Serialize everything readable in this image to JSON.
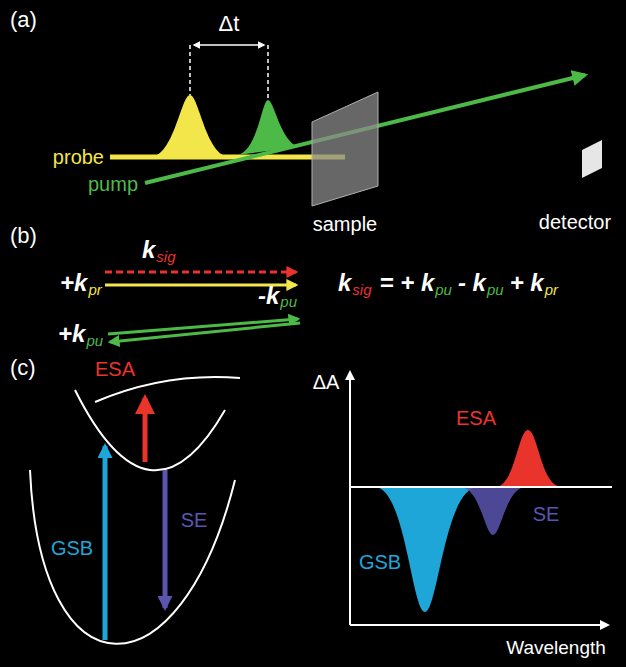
{
  "diagram": {
    "labels": [
      "(a)",
      "Δt",
      "probe",
      "pump",
      "sample",
      "detector",
      "(b)",
      "k",
      "sig",
      "+k",
      "pr",
      "+k",
      "pu",
      "-k",
      "pu",
      "k",
      "sig",
      "= + k",
      "pu",
      "- k",
      "pu",
      "+ k",
      "pr",
      "(c)",
      "ESA",
      "SE",
      "GSB",
      "ΔA",
      "Wavelength",
      "ESA",
      "GSB",
      "SE"
    ]
  }
}
